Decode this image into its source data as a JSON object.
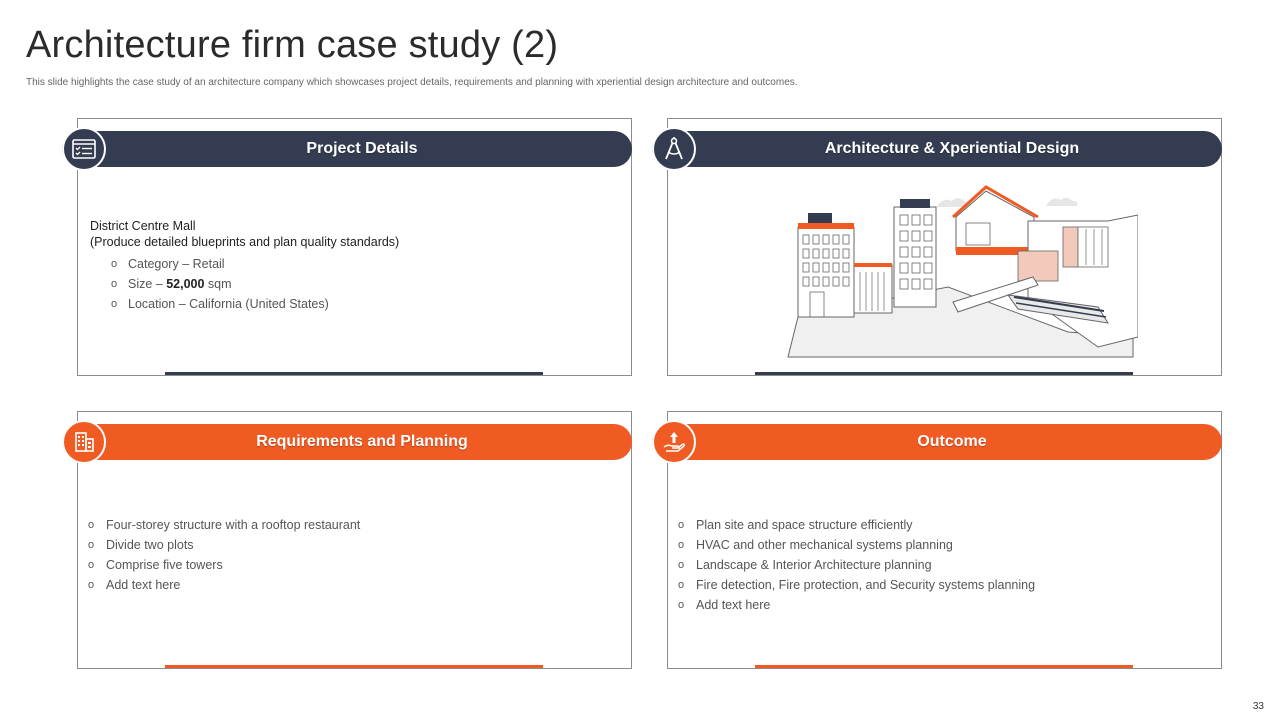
{
  "page": {
    "title": "Architecture  firm case study (2)",
    "subtitle": "This slide highlights the case study of an architecture company which showcases project details, requirements and planning  with xperiential design architecture and outcomes.",
    "page_number": "33"
  },
  "colors": {
    "dark": "#333c50",
    "accent": "#f05a23"
  },
  "cards": {
    "project_details": {
      "heading": "Project Details",
      "icon": "checklist-card-icon",
      "name": "District Centre Mall",
      "description": "(Produce detailed blueprints and plan quality standards)",
      "category": "Category – Retail",
      "size_prefix": "Size – ",
      "size_value": "52,000",
      "size_suffix": " sqm",
      "location": "Location – California (United States)"
    },
    "architecture": {
      "heading": "Architecture & Xperiential Design",
      "icon": "drafting-compass-icon",
      "illustration": "building-illustration"
    },
    "requirements": {
      "heading": "Requirements and Planning",
      "icon": "building-icon",
      "items": [
        "Four-storey  structure with a rooftop restaurant",
        "Divide  two plots",
        "Comprise  five towers",
        "Add text here"
      ]
    },
    "outcome": {
      "heading": "Outcome",
      "icon": "growth-hand-icon",
      "items": [
        "Plan site and space structure efficiently",
        "HVAC and other mechanical systems planning",
        "Landscape & Interior Architecture planning",
        "Fire detection, Fire protection, and Security systems planning",
        "Add text here"
      ]
    }
  }
}
